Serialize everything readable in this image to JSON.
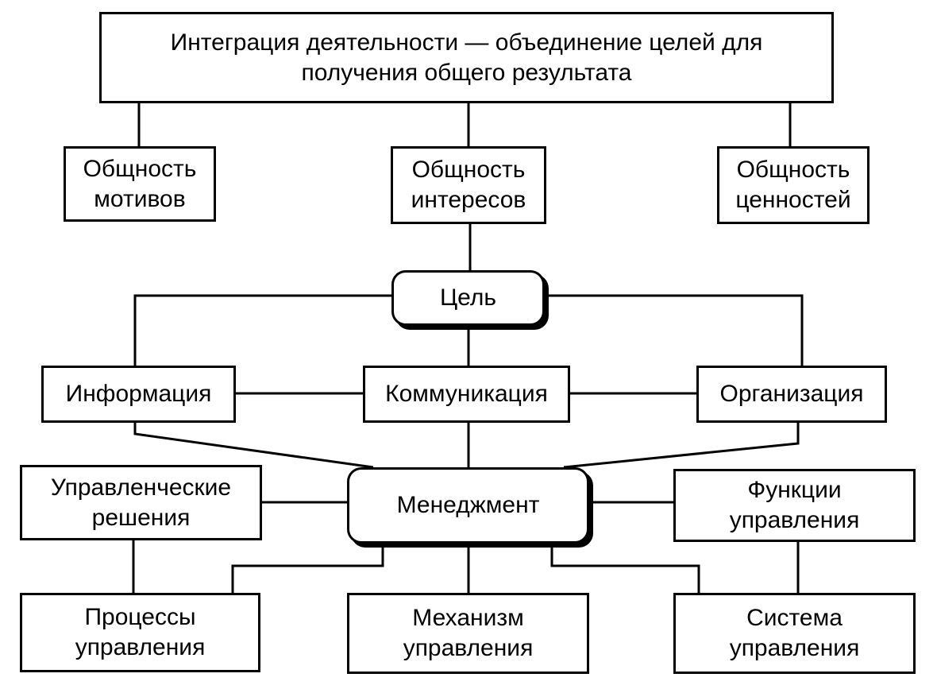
{
  "diagram": {
    "nodes": {
      "integration": "Интеграция деятельности — объединение целей для\nполучения общего результата",
      "motives": "Общность\nмотивов",
      "interests": "Общность\nинтересов",
      "values": "Общность\nценностей",
      "goal": "Цель",
      "information": "Информация",
      "communication": "Коммуникация",
      "organization": "Организация",
      "decisions": "Управленческие\nрешения",
      "management": "Менеджмент",
      "functions": "Функции\nуправления",
      "processes": "Процессы\nуправления",
      "mechanism": "Механизм\nуправления",
      "system": "Система\nуправления"
    }
  }
}
